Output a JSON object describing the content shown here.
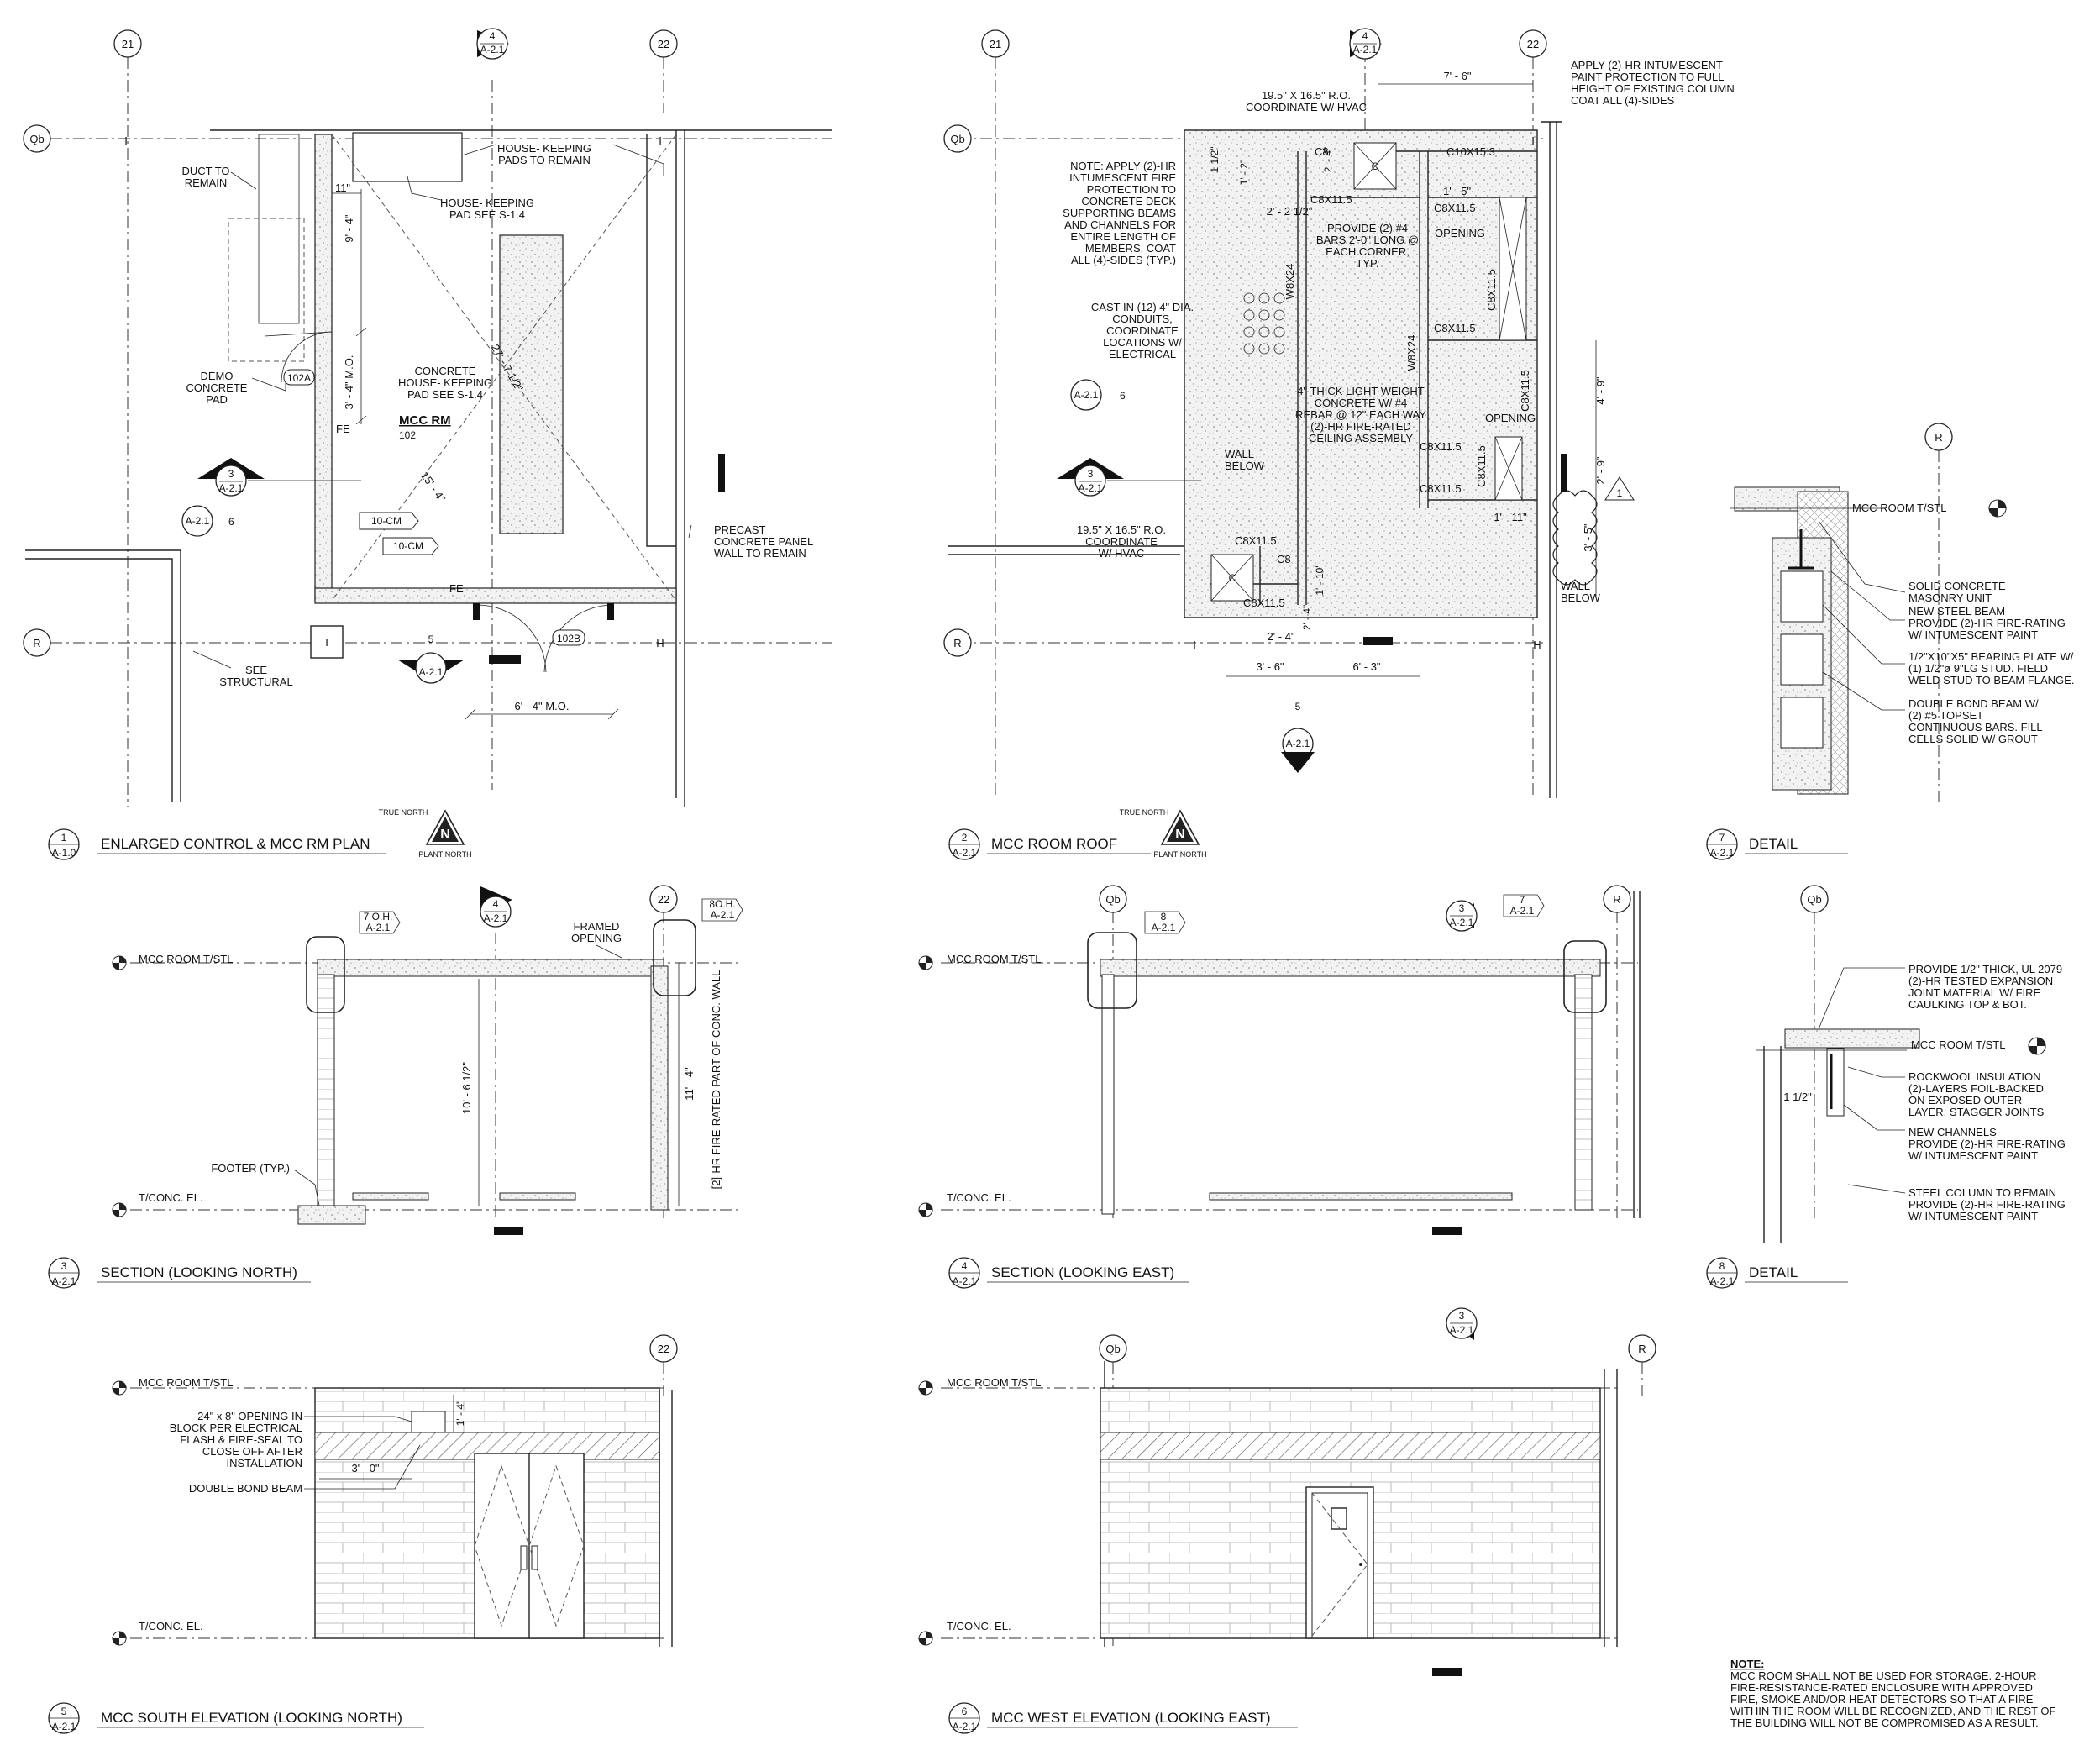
{
  "drawing_1": {
    "grid": [
      "21",
      "4",
      "22",
      "Qb",
      "R"
    ],
    "callout_ref": "A-2.1",
    "labels": {
      "duct": [
        "DUCT TO",
        "REMAIN"
      ],
      "hk_pads": [
        "HOUSE- KEEPING",
        "PADS TO REMAIN"
      ],
      "hk_pad_s14": [
        "HOUSE- KEEPING",
        "PAD SEE S-1.4"
      ],
      "demo": [
        "DEMO",
        "CONCRETE",
        "PAD"
      ],
      "conc_pad": [
        "CONCRETE",
        "HOUSE- KEEPING",
        "PAD SEE S-1.4"
      ],
      "room_name": "MCC RM",
      "room_no": "102",
      "fe": "FE",
      "tag_102a": "102A",
      "tag_102b": "102B",
      "cm": "10-CM",
      "precast": [
        "PRECAST",
        "CONCRETE PANEL",
        "WALL TO REMAIN"
      ],
      "see_struct": [
        "SEE",
        "STRUCTURAL"
      ],
      "dim_11": "11\"",
      "dim_9_4": "9' - 4\"",
      "dim_3_4mo": "3' - 4\" M.O.",
      "dim_27": "27' - 7 1/2\"",
      "dim_15": "15' - 4\"",
      "dim_6_4mo": "6' - 4\" M.O.",
      "sec3": "3",
      "sec5": "5",
      "det6": "6"
    },
    "title_no": "1",
    "title_ref": "A-1.0",
    "title": "ENLARGED CONTROL & MCC RM PLAN"
  },
  "north": {
    "true": "TRUE NORTH",
    "plant": "PLANT NORTH",
    "letter": "N"
  },
  "drawing_2": {
    "labels": {
      "ro_top": [
        "19.5\" X 16.5\" R.O.",
        "COORDINATE W/ HVAC"
      ],
      "dim_7_6": "7' - 6\"",
      "apply": [
        "APPLY (2)-HR INTUMESCENT",
        "PAINT PROTECTION TO FULL",
        "HEIGHT OF EXISTING COLUMN",
        "COAT ALL (4)-SIDES"
      ],
      "note": [
        "NOTE: APPLY (2)-HR",
        "INTUMESCENT FIRE",
        "PROTECTION TO",
        "CONCRETE DECK",
        "SUPPORTING BEAMS",
        "AND CHANNELS FOR",
        "ENTIRE LENGTH OF",
        "MEMBERS, COAT",
        "ALL (4)-SIDES (TYP.)"
      ],
      "cast": [
        "CAST IN (12) 4\" DIA.",
        "CONDUITS,",
        "COORDINATE",
        "LOCATIONS W/",
        "ELECTRICAL"
      ],
      "bars": [
        "PROVIDE (2) #4",
        "BARS 2'-0\" LONG @",
        "EACH CORNER,",
        "TYP."
      ],
      "deck": [
        "4\" THICK LIGHT WEIGHT",
        "CONCRETE W/ #4",
        "REBAR @ 12\" EACH WAY",
        "(2)-HR FIRE-RATED",
        "CEILING ASSEMBLY"
      ],
      "wall_below": [
        "WALL",
        "BELOW"
      ],
      "ro_bot": [
        "19.5\" X 16.5\" R.O.",
        "COORDINATE",
        "W/ HVAC"
      ],
      "opening": "OPENING",
      "c10": "C10X15.3",
      "c8x": "C8X11.5",
      "c8": "C8",
      "w8": "W8X24",
      "d1_12": "1 1/2\"",
      "d1_2": "1' - 2\"",
      "d2_4": "2' - 4\"",
      "d2_212": "2' - 2 1/2\"",
      "d1_5": "1' - 5\"",
      "d4_9": "4' - 9\"",
      "d2_9": "2' - 9\"",
      "d3_5": "3' - 5\"",
      "d1_11": "1' - 11\"",
      "d1_10": "1' - 10\"",
      "d3_6": "3' - 6\"",
      "d6_3": "6' - 3\"",
      "rev": "1",
      "cl": "C"
    },
    "title_no": "2",
    "title": "MCC ROOM ROOF"
  },
  "drawing_7": {
    "grid": "R",
    "level": "MCC ROOM T/STL",
    "notes": [
      [
        "SOLID CONCRETE",
        "MASONRY UNIT"
      ],
      [
        "NEW STEEL BEAM",
        "PROVIDE (2)-HR FIRE-RATING",
        "W/ INTUMESCENT PAINT"
      ],
      [
        "1/2\"X10\"X5\" BEARING PLATE W/",
        "(1) 1/2\"ø 9\"LG STUD. FIELD",
        "WELD STUD TO BEAM FLANGE."
      ],
      [
        "DOUBLE BOND BEAM W/",
        "(2) #5 TOPSET",
        "CONTINUOUS BARS. FILL",
        "CELLS SOLID W/ GROUT"
      ]
    ],
    "title_no": "7",
    "title": "DETAIL"
  },
  "drawing_3": {
    "level_top": "MCC ROOM T/STL",
    "level_bot": "T/CONC. EL.",
    "oh7": "7 O.H.",
    "oh8": "8O.H.",
    "framed": [
      "FRAMED",
      "OPENING"
    ],
    "footer": "FOOTER (TYP.)",
    "dim_10": "10' - 6 1/2\"",
    "dim_11": "11' - 4\"",
    "fire_wall": "[2]-HR FIRE-RATED PART OF CONC. WALL",
    "title_no": "3",
    "title": "SECTION (LOOKING NORTH)"
  },
  "drawing_4": {
    "level_top": "MCC ROOM T/STL",
    "level_bot": "T/CONC. EL.",
    "title_no": "4",
    "title": "SECTION (LOOKING EAST)"
  },
  "drawing_8": {
    "grid": "Qb",
    "level": "MCC ROOM T/STL",
    "dim": "1 1/2\"",
    "notes": [
      [
        "PROVIDE 1/2\" THICK, UL 2079",
        "(2)-HR TESTED EXPANSION",
        "JOINT MATERIAL W/ FIRE",
        "CAULKING TOP & BOT."
      ],
      [
        "ROCKWOOL INSULATION",
        "(2)-LAYERS FOIL-BACKED",
        "ON EXPOSED OUTER",
        "LAYER. STAGGER JOINTS"
      ],
      [
        "NEW CHANNELS",
        "PROVIDE (2)-HR FIRE-RATING",
        "W/ INTUMESCENT PAINT"
      ],
      [
        "STEEL COLUMN TO REMAIN",
        "PROVIDE (2)-HR FIRE-RATING",
        "W/ INTUMESCENT PAINT"
      ]
    ],
    "title_no": "8",
    "title": "DETAIL"
  },
  "drawing_5": {
    "level_top": "MCC ROOM T/STL",
    "level_bot": "T/CONC. EL.",
    "opening": [
      "24\" x 8\" OPENING IN",
      "BLOCK PER ELECTRICAL",
      "FLASH & FIRE-SEAL TO",
      "CLOSE OFF AFTER",
      "INSTALLATION"
    ],
    "bond": "DOUBLE BOND BEAM",
    "dim_3": "3' - 0\"",
    "dim_1_4": "1' - 4\"",
    "title_no": "5",
    "title": "MCC SOUTH ELEVATION (LOOKING NORTH)"
  },
  "drawing_6": {
    "level_top": "MCC ROOM T/STL",
    "level_bot": "T/CONC. EL.",
    "title_no": "6",
    "title": "MCC WEST ELEVATION (LOOKING EAST)"
  },
  "general_note": {
    "heading": "NOTE:",
    "lines": [
      "MCC ROOM SHALL NOT BE USED FOR STORAGE. 2-HOUR",
      "FIRE-RESISTANCE-RATED ENCLOSURE WITH APPROVED",
      "FIRE, SMOKE AND/OR HEAT DETECTORS SO THAT A FIRE",
      "WITHIN THE ROOM WILL BE RECOGNIZED, AND THE REST OF",
      "THE BUILDING WILL NOT BE COMPROMISED AS A RESULT."
    ]
  }
}
